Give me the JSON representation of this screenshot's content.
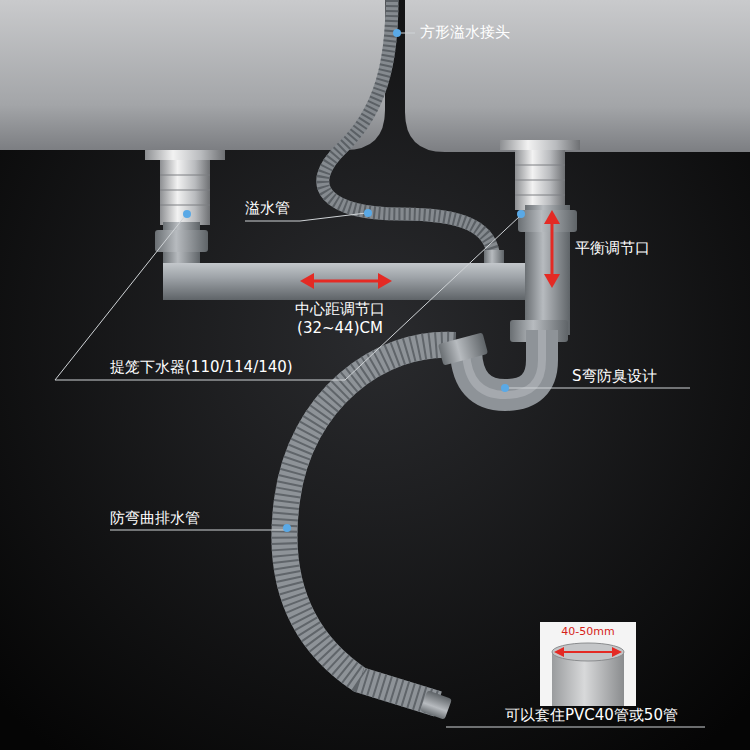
{
  "diagram": {
    "labels": [
      "方形溢水接头",
      "溢水管",
      "平衡调节口",
      "中心距调节口 (32~44)CM",
      "提笼下水器(110/114/140)",
      "S弯防臭设计",
      "防弯曲排水管",
      "40-50mm",
      "可以套住PVC40管或50管"
    ]
  }
}
